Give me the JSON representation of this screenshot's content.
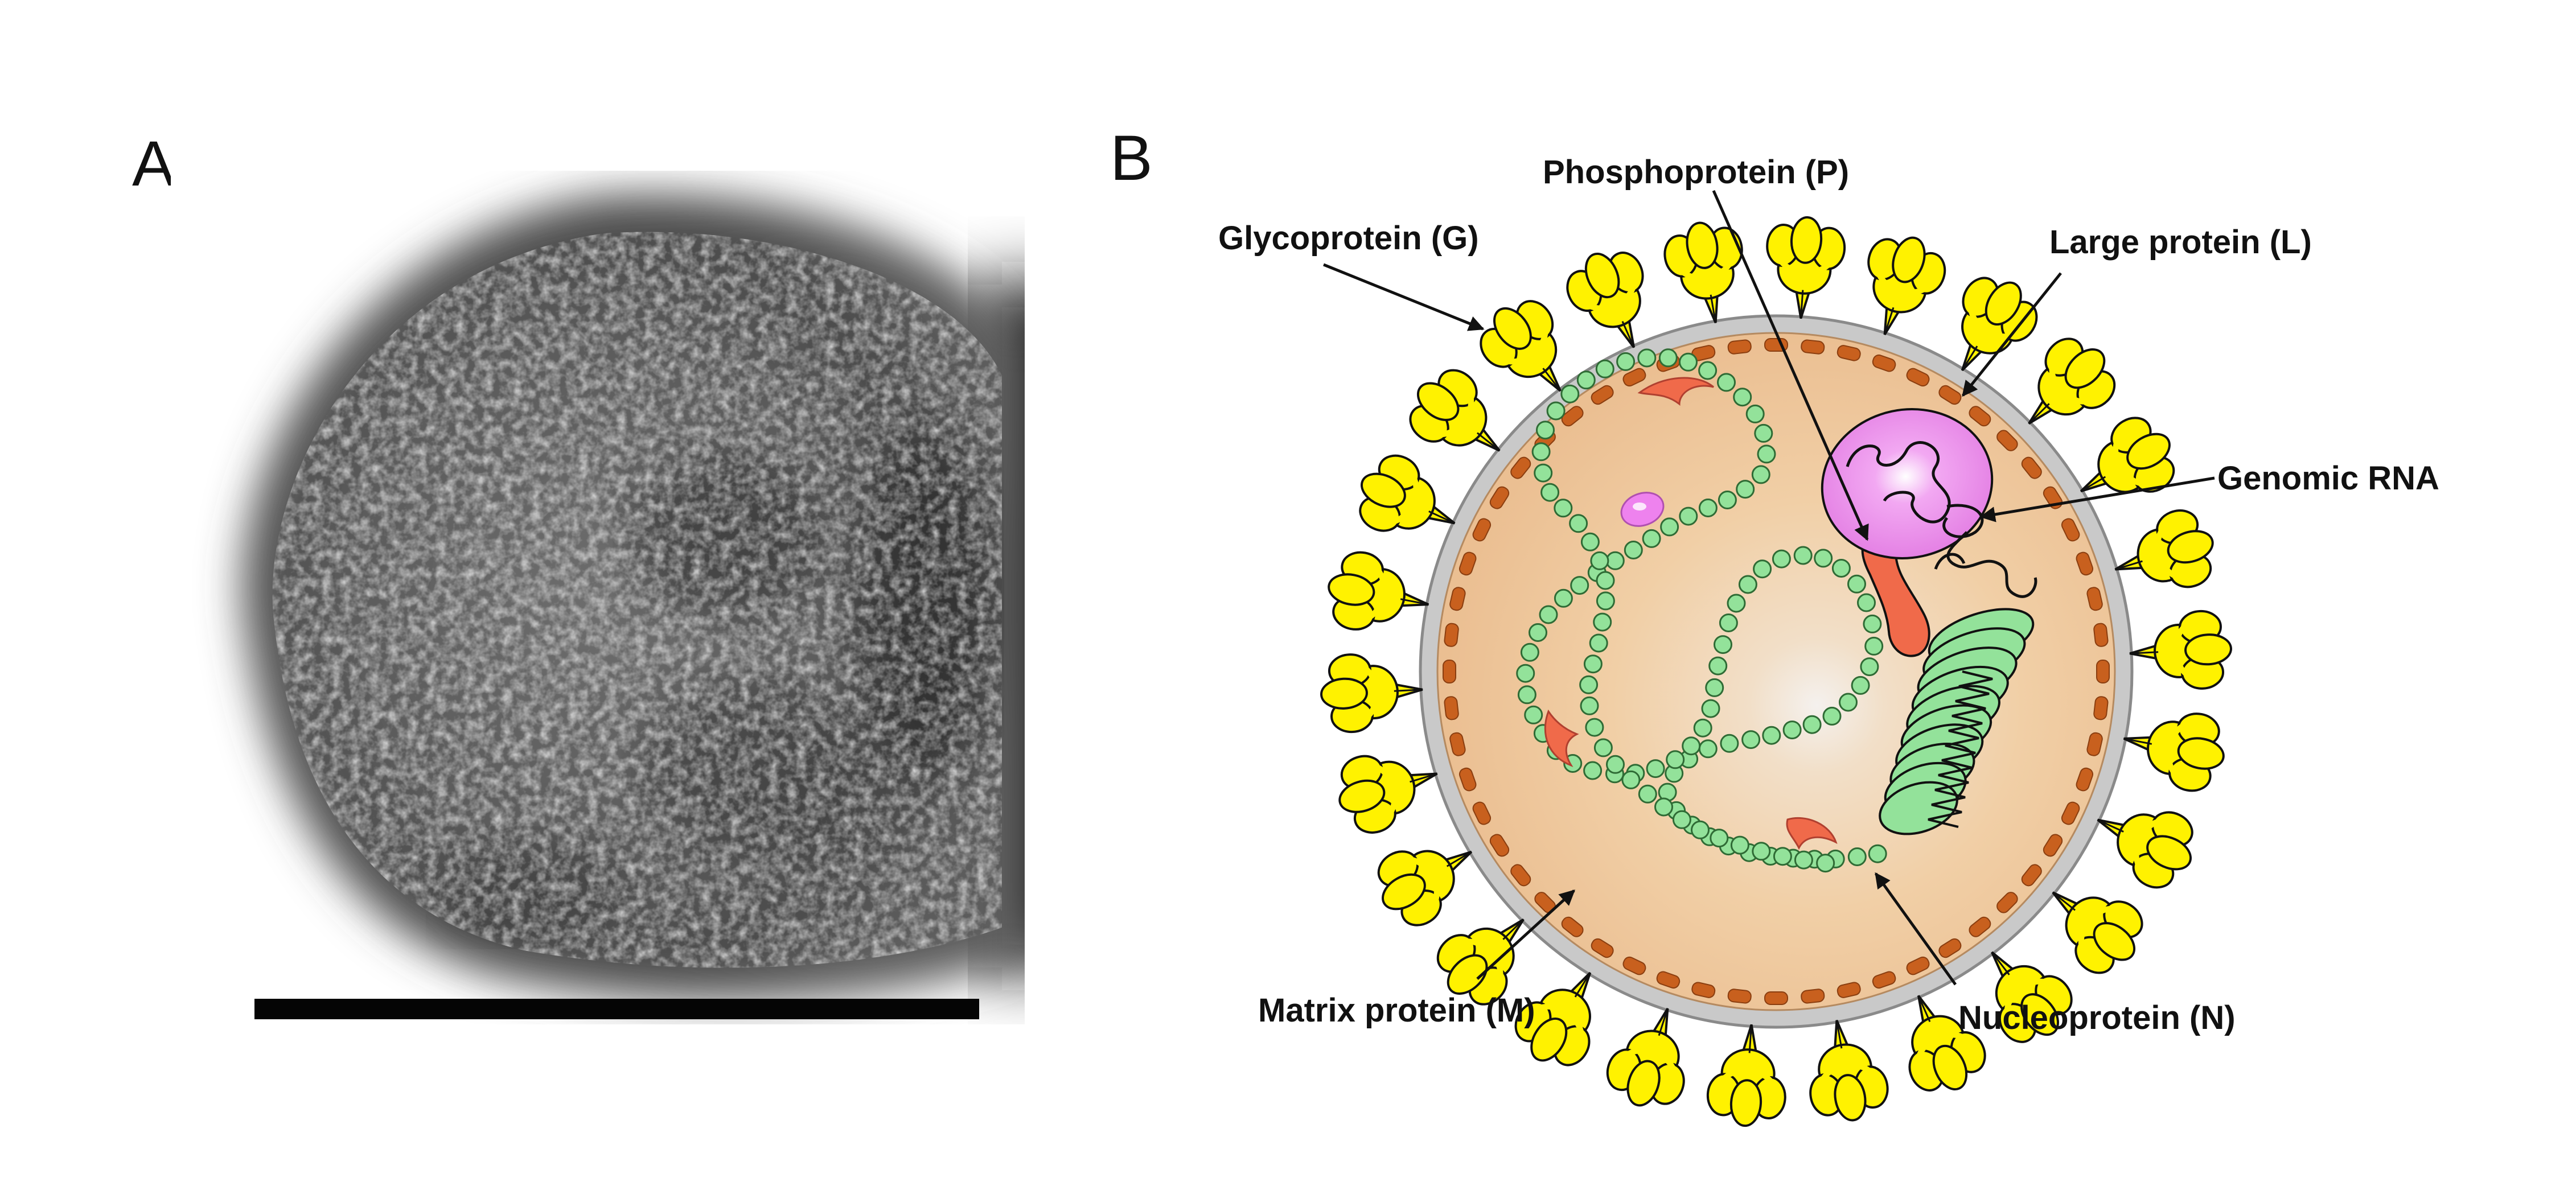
{
  "panels": {
    "a": "A",
    "b": "B"
  },
  "labels": {
    "glycoprotein": "Glycoprotein (G)",
    "phosphoprotein": "Phosphoprotein (P)",
    "large_protein": "Large protein (L)",
    "genomic_rna": "Genomic RNA",
    "matrix_protein": "Matrix protein (M)",
    "nucleoprotein": "Nucleoprotein (N)"
  },
  "colors": {
    "glycoprotein": "#FFF200",
    "matrix": "#C8601E",
    "envelope": "#C9C9C9",
    "interior": "#F1CFA6",
    "nucleoprotein": "#93E29A",
    "large_protein": "#EE82EE",
    "phosphoprotein": "#F06A4A"
  }
}
